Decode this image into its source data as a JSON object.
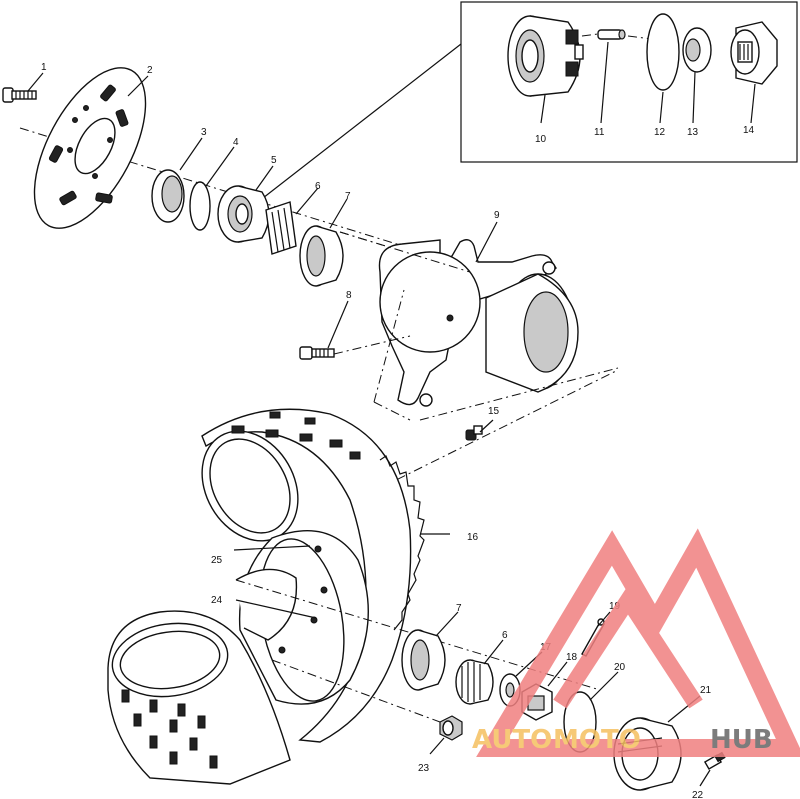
{
  "callouts": {
    "c1": "1",
    "c2": "2",
    "c3": "3",
    "c4": "4",
    "c5": "5",
    "c6a": "6",
    "c7a": "7",
    "c8a": "8",
    "c8b": "8",
    "c9": "9",
    "c10": "10",
    "c11": "11",
    "c12": "12",
    "c13": "13",
    "c14": "14",
    "c15": "15",
    "c16": "16",
    "c7b": "7",
    "c6b": "6",
    "c17": "17",
    "c18": "18",
    "c19": "19",
    "c20": "20",
    "c21": "21",
    "c22": "22",
    "c23": "23",
    "c24": "24",
    "c25": "25"
  },
  "watermark": {
    "brand_part1": "AUTO",
    "brand_part2": "MOTO",
    "brand_part3": "HUB",
    "color_primary": "#f07070",
    "color_secondary": "#f5c060",
    "color_dark": "#555555"
  }
}
